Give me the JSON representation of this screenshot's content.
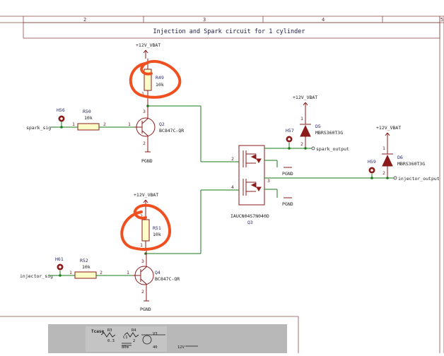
{
  "border": {
    "columns": [
      "2",
      "3",
      "4",
      "5"
    ]
  },
  "title": "Injection and Spark circuit for 1 cylinder",
  "power_net": "+12V_VBAT",
  "ground_net": "PGND",
  "resistors": {
    "r49": {
      "ref": "R49",
      "value": "10k"
    },
    "r50": {
      "ref": "R50",
      "value": "10k"
    },
    "r51": {
      "ref": "R51",
      "value": "10k"
    },
    "r52": {
      "ref": "R52",
      "value": "10k"
    }
  },
  "transistors": {
    "q2": {
      "ref": "Q2",
      "part": "BC847C-QR"
    },
    "q4": {
      "ref": "Q4",
      "part": "BC847C-QR"
    }
  },
  "diodes": {
    "d5": {
      "ref": "D5",
      "part": "MBRS360T3G"
    },
    "d6": {
      "ref": "D6",
      "part": "MBRS360T3G"
    }
  },
  "mosfet": {
    "ref": "Q3",
    "part": "IAUCN04S7N040D",
    "pins": [
      "2",
      "4",
      "3"
    ]
  },
  "test_points": {
    "h56": "H56",
    "h57": "H57",
    "h59": "H59",
    "h61": "H61"
  },
  "nets": {
    "spark_sig": "spark_sig",
    "injector_sig": "injector_sig",
    "spark_output": "spark_output",
    "injector_output": "injector_output"
  },
  "pins": {
    "one": "1",
    "two": "2",
    "three": "3"
  },
  "inset": {
    "r3": "R3",
    "r3_val": "0.3",
    "r4": "R4",
    "r4_val": "2",
    "c1": "C1",
    "c1_val": "80m",
    "v3": "V3",
    "v3_val": "40",
    "tcase": "Tcase",
    "v12": "12V"
  },
  "colors": {
    "wire": "#1a7a1a",
    "symbol": "#8b1a1a",
    "annotation": "#f05020",
    "component_fill": "#ffffc8"
  }
}
